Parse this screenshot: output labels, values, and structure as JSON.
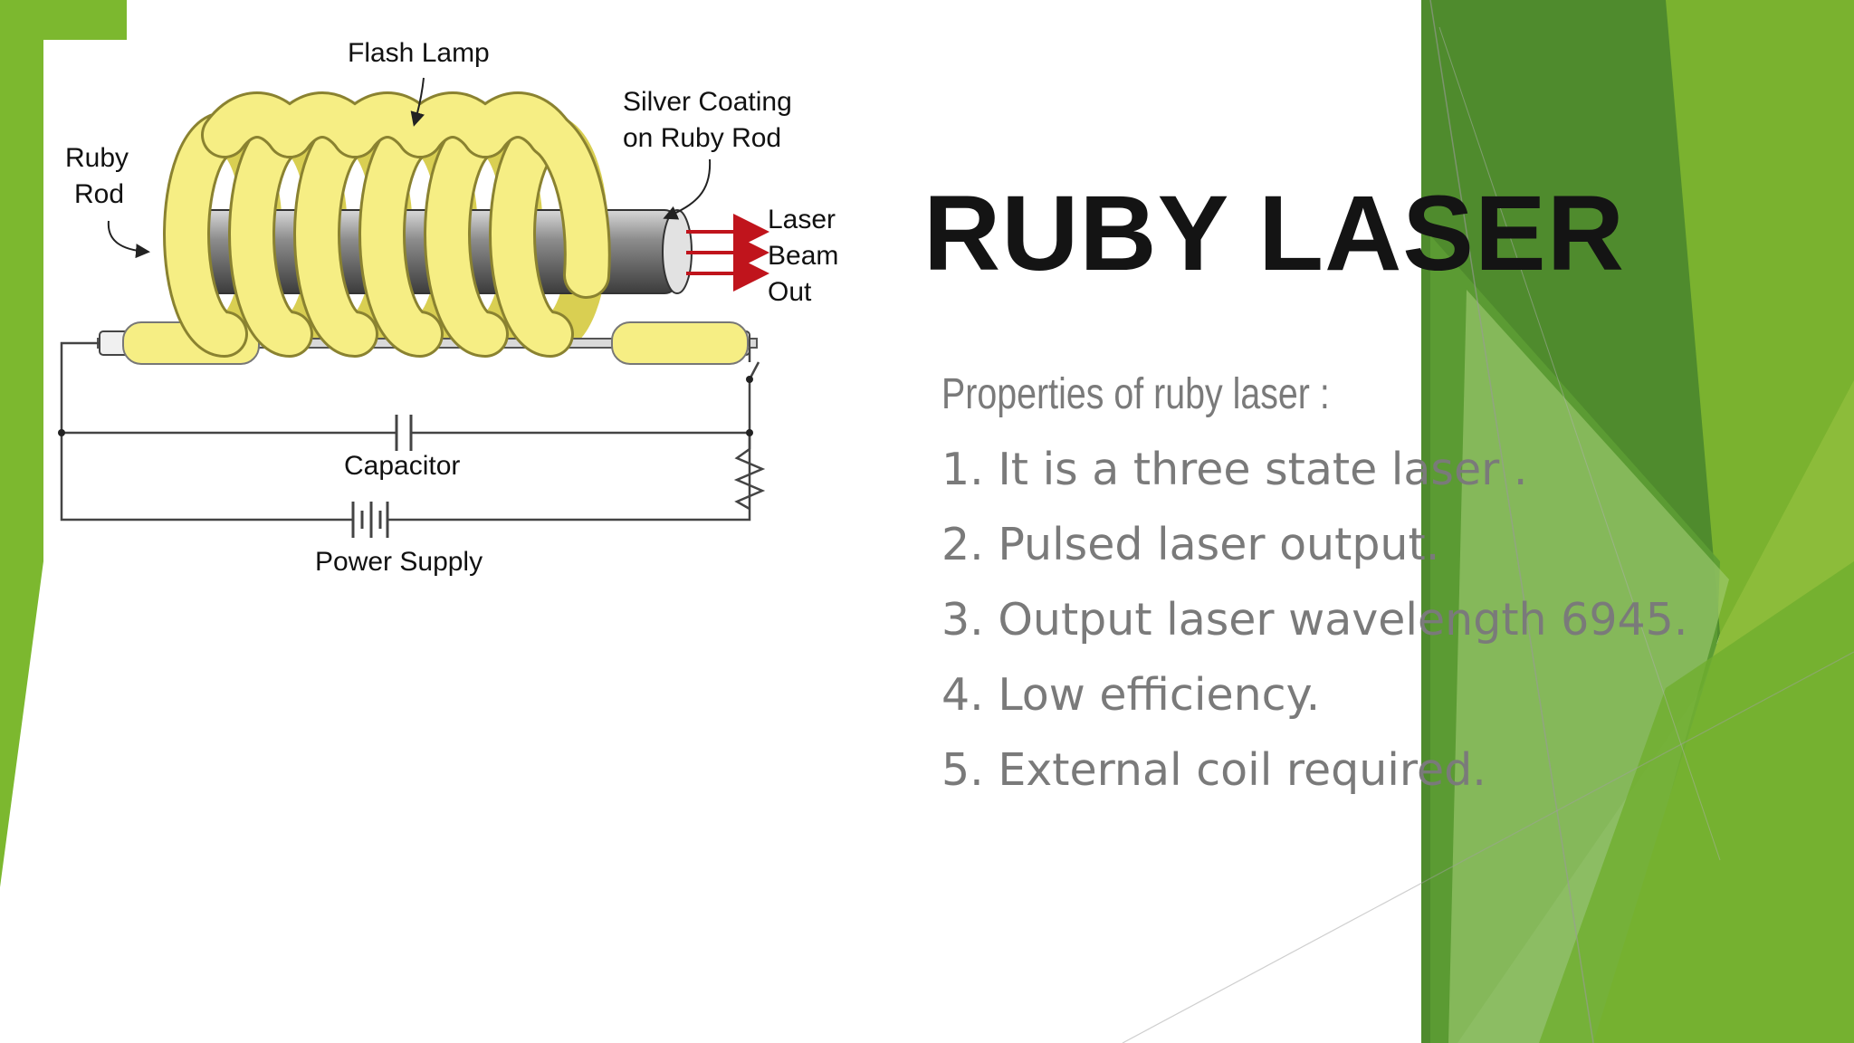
{
  "slide": {
    "title": "RUBY LASER",
    "subheading": "Properties of ruby laser :",
    "properties": [
      "1. It is a three state laser .",
      "2. Pulsed laser output.",
      "3. Output laser wavelength 6945.",
      "4. Low efficiency.",
      "5. External coil required."
    ]
  },
  "diagram": {
    "labels": {
      "flash_lamp": "Flash Lamp",
      "silver_coating_1": "Silver Coating",
      "silver_coating_2": "on Ruby Rod",
      "ruby_rod_1": "Ruby",
      "ruby_rod_2": "Rod",
      "laser_beam_1": "Laser",
      "laser_beam_2": "Beam",
      "laser_beam_3": "Out",
      "capacitor": "Capacitor",
      "power_supply": "Power Supply"
    }
  },
  "colors": {
    "accent_green": "#7cb82f",
    "dark_green": "#4e8a2c",
    "coil_yellow": "#f6ee84",
    "beam_red": "#c0141c"
  }
}
